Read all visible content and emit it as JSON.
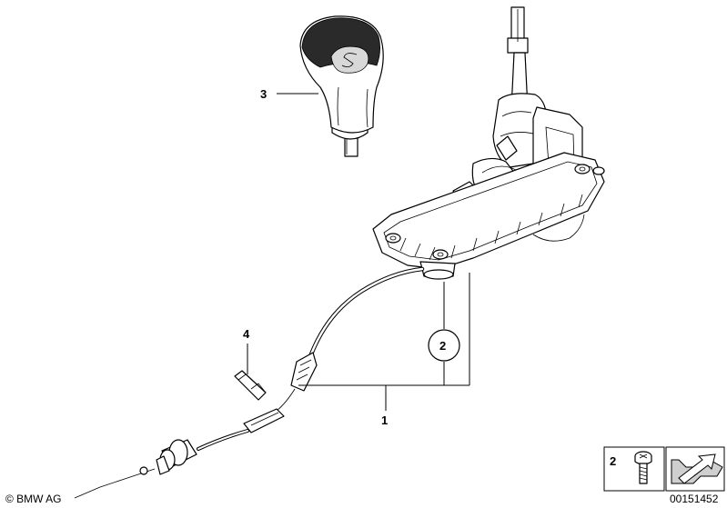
{
  "callouts": {
    "knob": "3",
    "clip": "4",
    "cable": "1",
    "screw_circle": "2",
    "legend_screw": "2"
  },
  "footer": {
    "copyright": "© BMW AG",
    "doc_number": "00151452"
  }
}
